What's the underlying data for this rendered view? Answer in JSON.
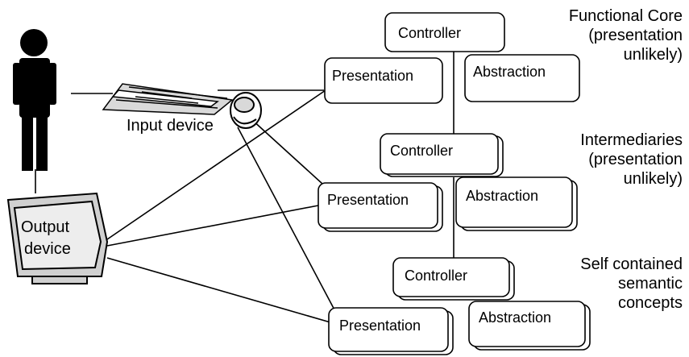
{
  "boxes": {
    "controller": "Controller",
    "presentation": "Presentation",
    "abstraction": "Abstraction"
  },
  "devices": {
    "input": "Input device",
    "output_line1": "Output",
    "output_line2": "device"
  },
  "annotations": {
    "functional_core": [
      "Functional Core",
      "(presentation",
      "unlikely)"
    ],
    "intermediaries": [
      "Intermediaries",
      "(presentation",
      "unlikely)"
    ],
    "self_contained": [
      "Self contained",
      "semantic",
      "concepts"
    ]
  },
  "colors": {
    "stroke": "#000000",
    "fill": "#ffffff",
    "device_fill": "#cfcfcf"
  }
}
